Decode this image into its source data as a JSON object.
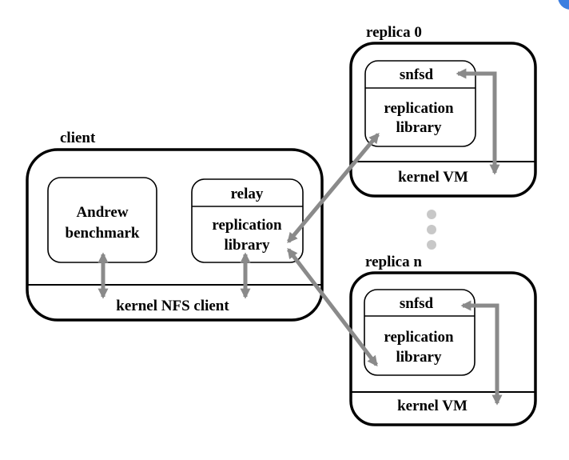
{
  "client": {
    "title": "client",
    "andrew_line1": "Andrew",
    "andrew_line2": "benchmark",
    "relay_label": "relay",
    "relay_lib_line1": "replication",
    "relay_lib_line2": "library",
    "kernel_label": "kernel NFS client"
  },
  "replica0": {
    "title": "replica 0",
    "snfsd_label": "snfsd",
    "lib_line1": "replication",
    "lib_line2": "library",
    "kernel_label": "kernel VM"
  },
  "replican": {
    "title": "replica n",
    "snfsd_label": "snfsd",
    "lib_line1": "replication",
    "lib_line2": "library",
    "kernel_label": "kernel VM"
  },
  "colors": {
    "arrow": "#8a8a8a",
    "dots": "#c8c8c8",
    "corner_accent": "#3d7fe0"
  }
}
